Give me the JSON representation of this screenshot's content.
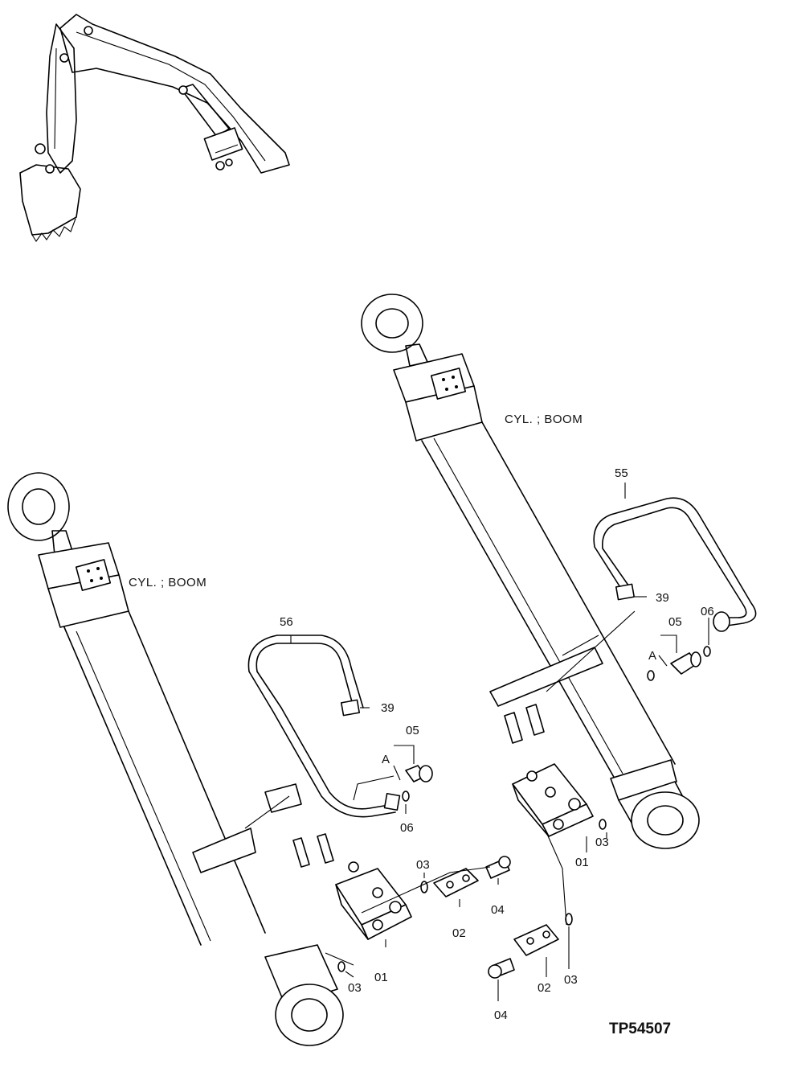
{
  "figure_code": "TP54507",
  "assemblies": [
    {
      "title": "CYL. ; BOOM",
      "callouts": {
        "pipe": "56",
        "elbow": "39",
        "fitting": "05",
        "view": "A",
        "oring_top": "06",
        "valve": "01",
        "oring_valve": "03",
        "oring_flange": "03",
        "flange": "02",
        "bolt": "04"
      }
    },
    {
      "title": "CYL. ; BOOM",
      "callouts": {
        "pipe": "55",
        "elbow": "39",
        "fitting": "05",
        "view": "A",
        "oring_top": "06",
        "valve": "01",
        "oring_valve": "03",
        "oring_flange": "03",
        "flange": "02",
        "bolt": "04"
      }
    }
  ]
}
